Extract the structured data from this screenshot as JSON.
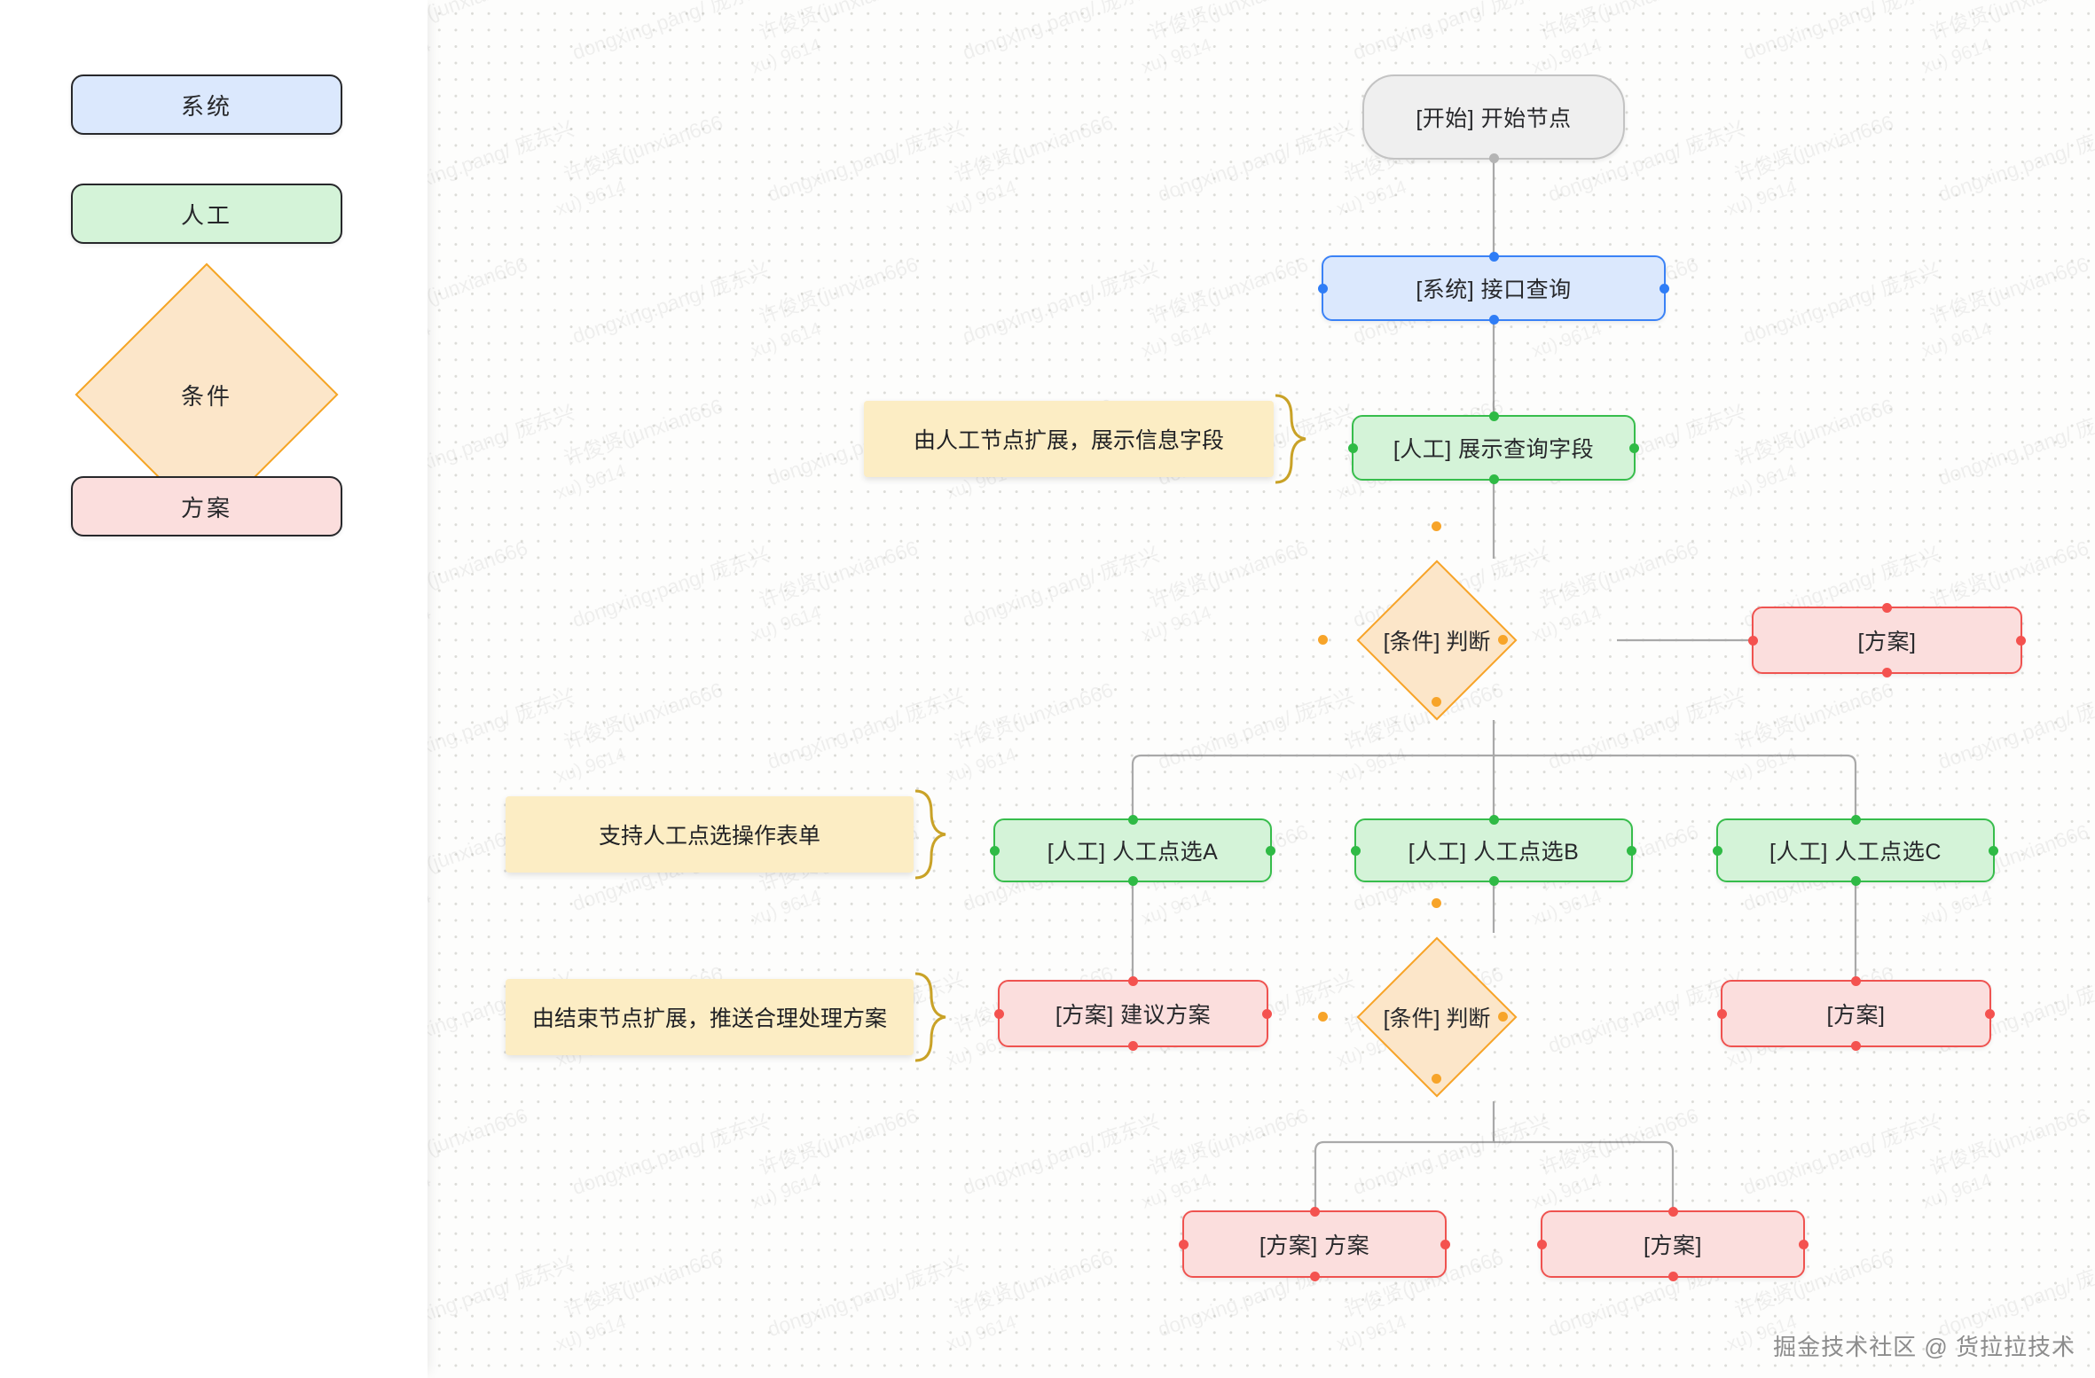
{
  "legend": {
    "items": [
      {
        "key": "system",
        "label": "系统",
        "shape": "rounded-rect",
        "fill": "#dbe8fd",
        "stroke": "#3b82f6"
      },
      {
        "key": "manual",
        "label": "人工",
        "shape": "rounded-rect",
        "fill": "#d4f3d8",
        "stroke": "#37bd4c"
      },
      {
        "key": "condition",
        "label": "条件",
        "shape": "diamond",
        "fill": "#fce6c9",
        "stroke": "#f5a524"
      },
      {
        "key": "plan",
        "label": "方案",
        "shape": "rounded-rect",
        "fill": "#fbdedd",
        "stroke": "#ef5350"
      }
    ]
  },
  "flow": {
    "nodes": [
      {
        "id": "start",
        "label": "[开始] 开始节点",
        "type": "start"
      },
      {
        "id": "sys1",
        "label": "[系统] 接口查询",
        "type": "system"
      },
      {
        "id": "man1",
        "label": "[人工] 展示查询字段",
        "type": "manual"
      },
      {
        "id": "cond1",
        "label": "[条件] 判断",
        "type": "condition"
      },
      {
        "id": "planR1",
        "label": "[方案]",
        "type": "plan"
      },
      {
        "id": "manA",
        "label": "[人工] 人工点选A",
        "type": "manual"
      },
      {
        "id": "manB",
        "label": "[人工] 人工点选B",
        "type": "manual"
      },
      {
        "id": "manC",
        "label": "[人工] 人工点选C",
        "type": "manual"
      },
      {
        "id": "planA",
        "label": "[方案] 建议方案",
        "type": "plan"
      },
      {
        "id": "cond2",
        "label": "[条件] 判断",
        "type": "condition"
      },
      {
        "id": "planC",
        "label": "[方案]",
        "type": "plan"
      },
      {
        "id": "planB1",
        "label": "[方案] 方案",
        "type": "plan"
      },
      {
        "id": "planB2",
        "label": "[方案]",
        "type": "plan"
      }
    ]
  },
  "notes": [
    {
      "id": "note1",
      "text": "由人工节点扩展，展示信息字段"
    },
    {
      "id": "note2",
      "text": "支持人工点选操作表单"
    },
    {
      "id": "note3",
      "text": "由结束节点扩展，推送合理处理方案"
    }
  ],
  "footer": {
    "text": "掘金技术社区 @ 货拉拉技术"
  },
  "watermarks": {
    "line_a": "许俊贤(junxian666",
    "line_b": "xu) 9614",
    "line_c": "dongxing.pang/ 庞东兴",
    "line_d": "dongxing"
  },
  "colors": {
    "accent_system": "#3b82f6",
    "accent_manual": "#37bd4c",
    "accent_condition": "#f5a524",
    "accent_plan": "#ef5350",
    "note_bg": "#fcedc4",
    "edge": "#a9a9a9",
    "canvas_bg": "#fdfdfc"
  }
}
